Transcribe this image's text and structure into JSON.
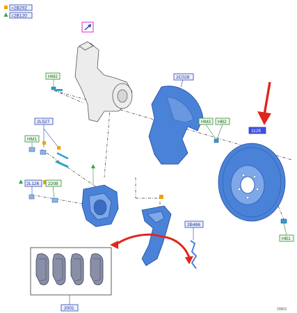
{
  "legend": {
    "square_label": "=2B292",
    "triangle_label": "=2B120",
    "square_color": "#f2a100",
    "triangle_color": "#2eaa3a"
  },
  "labels": {
    "hm2": "HM2",
    "shield": "2C028",
    "hm3": "HM3",
    "hb2": "HB2",
    "disc": "1125",
    "l527": "2L527",
    "hm1": "HM1",
    "l126": "2L126",
    "s2208": "2208",
    "b486": "2B486",
    "hb1": "HB1",
    "pads": "2001"
  },
  "reference_code": "20803",
  "colors": {
    "part_blue": "#4a82d8",
    "label_blue": "#2b3fb0",
    "disc_highlight": "#3d4fe0",
    "arrow_red": "#e0261c",
    "indicator_magenta": "#d02bd0"
  },
  "icons": [
    "square-marker-icon",
    "triangle-marker-icon",
    "pointer-arrow-icon",
    "red-arrow-icon",
    "curved-arrow-icon"
  ]
}
